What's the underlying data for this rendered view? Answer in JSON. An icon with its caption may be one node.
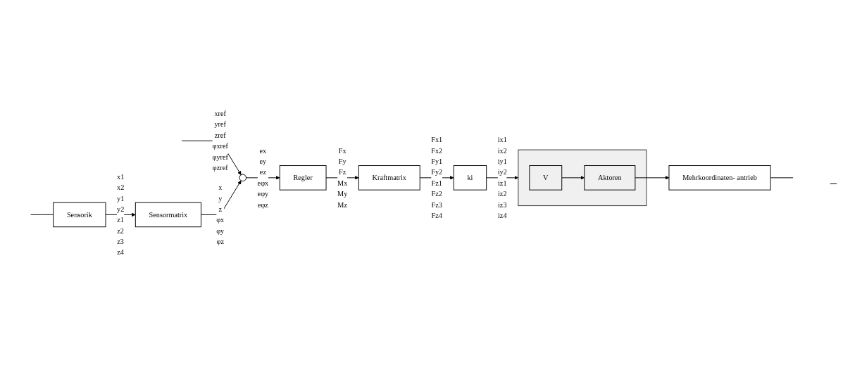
{
  "diagram": {
    "nodes": [
      {
        "text": [],
        "shape": "circle"
      },
      {
        "text": [
          "Regler"
        ]
      },
      {
        "text": [
          "Kraftmatrix"
        ]
      },
      {
        "text": [
          "ki"
        ]
      },
      {
        "text": [],
        "shape": "box"
      },
      {
        "text": [
          "V"
        ],
        "in": 4
      },
      {
        "text": [
          "Aktoren"
        ],
        "in": 4
      },
      {
        "text": [
          "Mehrkoordinaten- antrieb"
        ]
      },
      {
        "text": [
          "Sensorik"
        ]
      },
      {
        "text": [
          "Sensormatrix"
        ]
      }
    ],
    "edges": [
      {
        "from": null,
        "to": 0,
        "arrow": "to",
        "label": "xref yref zref φxref φyref φzref"
      },
      {
        "from": 0,
        "to": 1,
        "arrow": "to",
        "label": "ex ey ez eφx eφy eφz"
      },
      {
        "from": 1,
        "to": 2,
        "arrow": "to",
        "label": "Fx Fy Fz Mx My Mz"
      },
      {
        "from": 2,
        "to": 3,
        "arrow": "to",
        "label": "Fx1 Fx2 Fy1 Fy2 Fz1 Fz2 Fz3 Fz4"
      },
      {
        "from": 3,
        "to": 4,
        "arrow": "to",
        "label": "ix1 ix2 iy1 iy2 iz1 iz2 iz3 iz4"
      },
      {
        "from": 5,
        "to": 6,
        "arrow": "to"
      },
      {
        "from": 6,
        "to": 7,
        "arrow": "to"
      },
      {
        "from": 7,
        "to": null,
        "arrow": "none"
      },
      {
        "from": null,
        "to": 8,
        "arrow": "none"
      },
      {
        "from": 8,
        "to": 9,
        "arrow": "to",
        "label": "x1 x2 y1 y2 z1 z2 z3 z4"
      },
      {
        "from": 9,
        "to": 0,
        "arrow": "to",
        "label": "x y z φx φy φz"
      }
    ],
    "labels": [
      "−"
    ]
  }
}
